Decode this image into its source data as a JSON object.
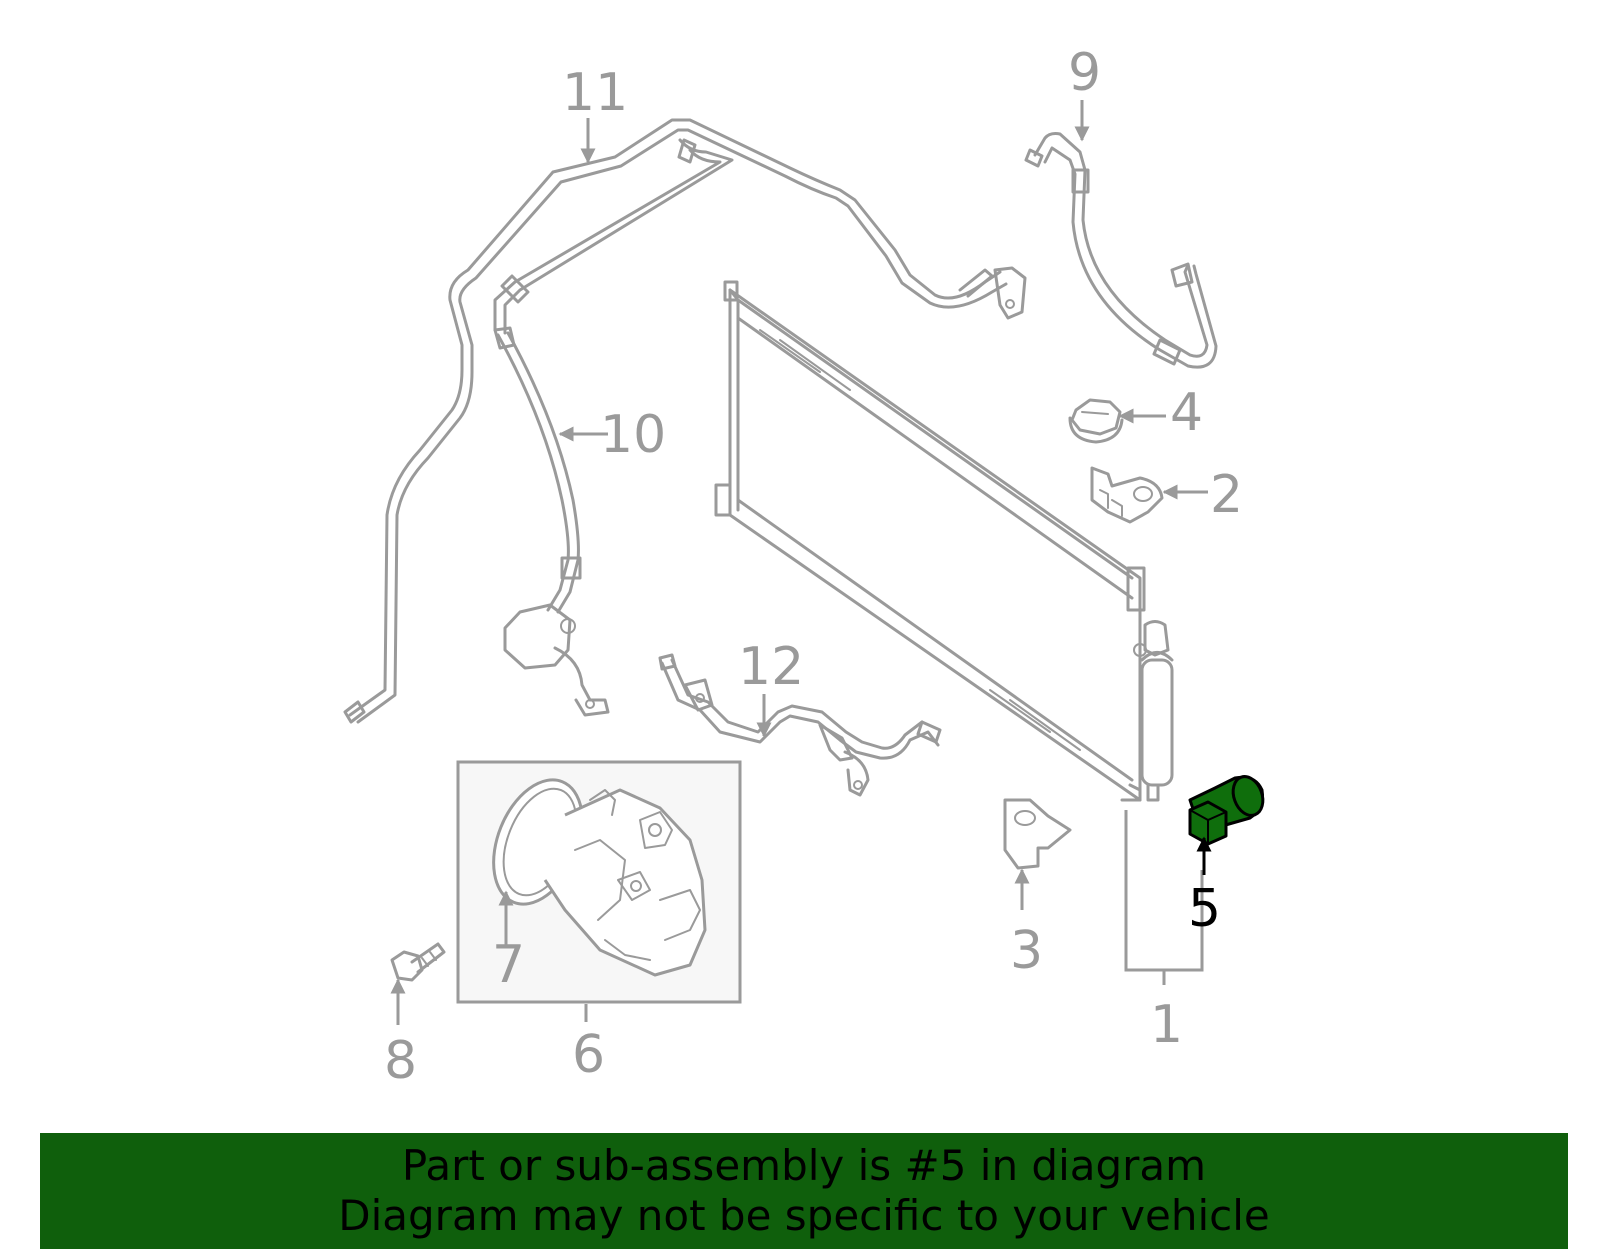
{
  "diagram": {
    "highlight_color": "#0f6e0c",
    "part_color": "#9a9a9a",
    "callouts": {
      "c1": "1",
      "c2": "2",
      "c3": "3",
      "c4": "4",
      "c5": "5",
      "c6": "6",
      "c7": "7",
      "c8": "8",
      "c9": "9",
      "c10": "10",
      "c11": "11",
      "c12": "12"
    },
    "highlighted_part": "5"
  },
  "banner": {
    "background": "#0f5f0c",
    "line1": "Part or sub-assembly is #5 in diagram",
    "line2": "Diagram may not be specific to your vehicle"
  }
}
